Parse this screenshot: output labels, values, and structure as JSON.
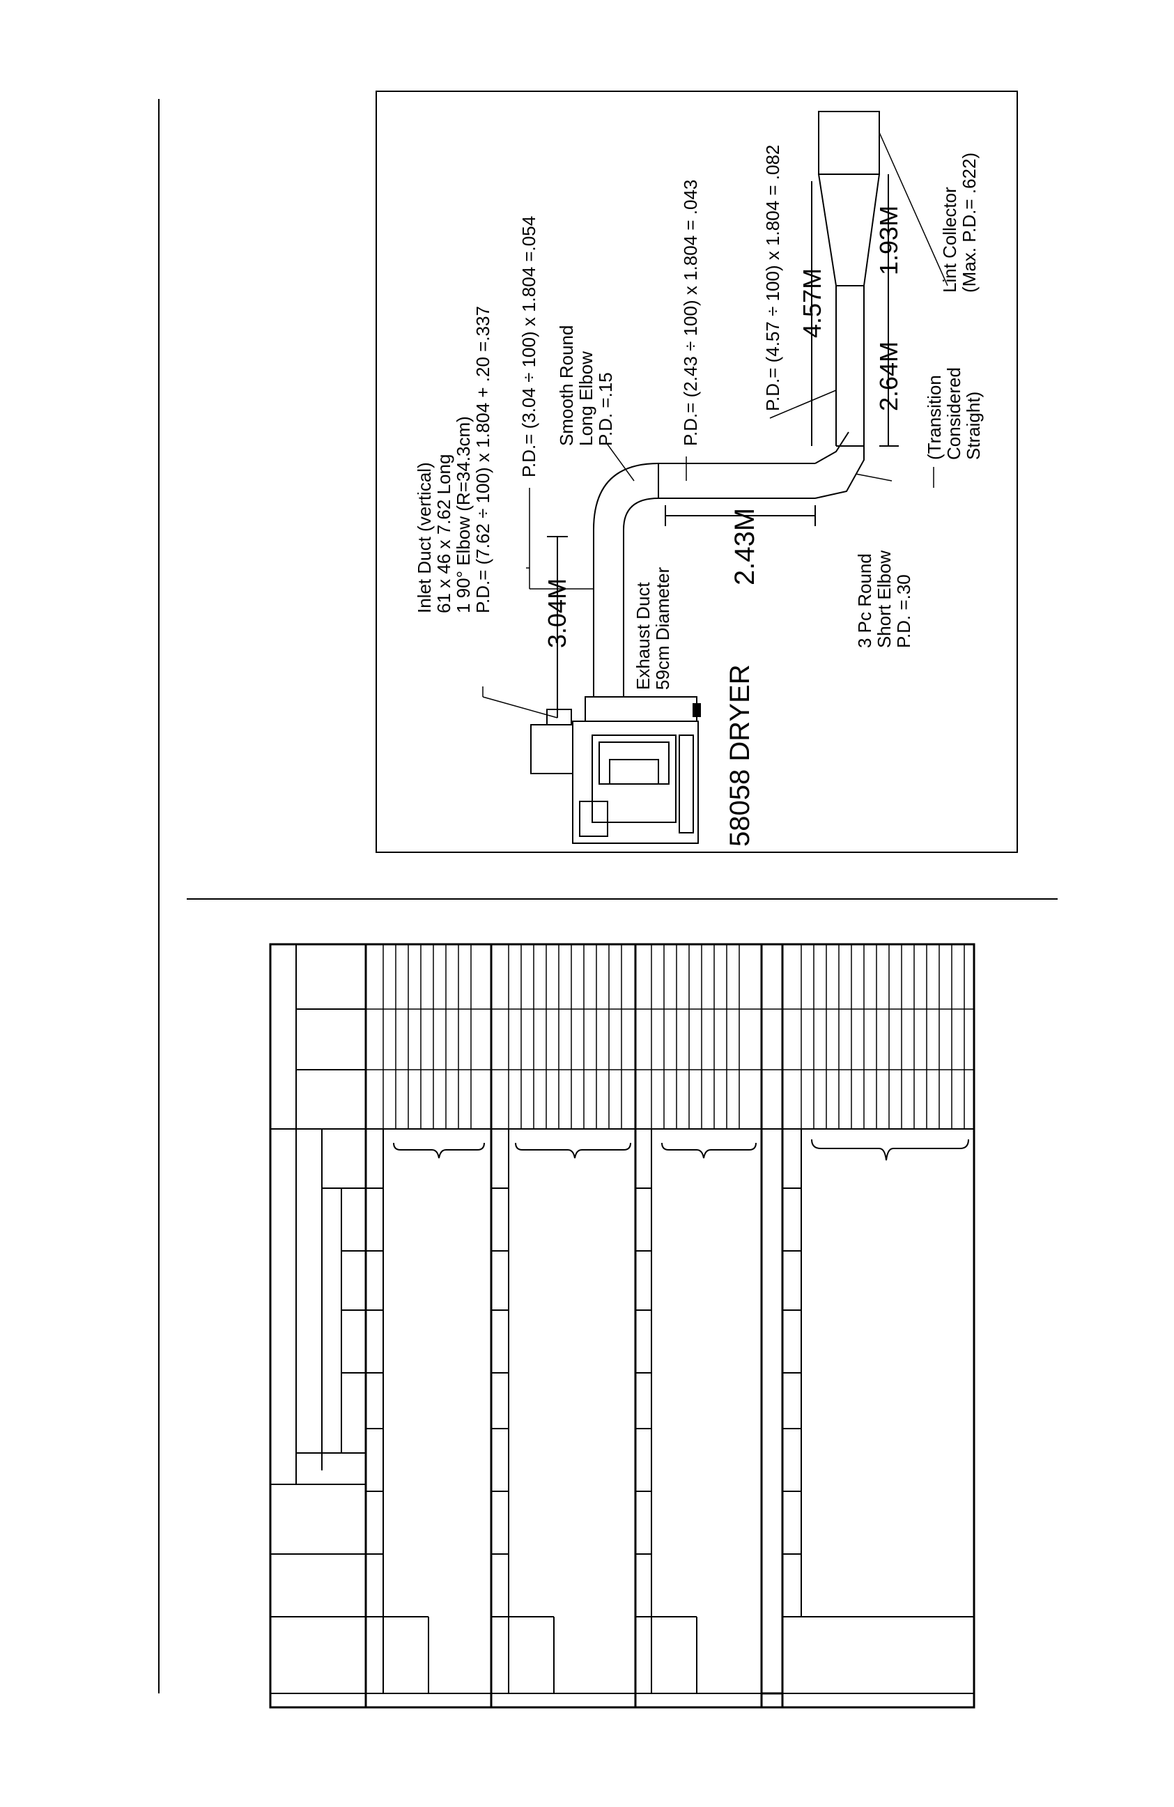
{
  "diagram": {
    "title": "58058 DRYER",
    "inlet_duct": {
      "line1": "Inlet Duct (vertical)",
      "line2": "61 x 46 x 7.62 Long",
      "line3": "1 90° Elbow (R=34.3cm)",
      "line4": "P.D.= (7.62 ÷ 100) x 1.804 + .20 =.337"
    },
    "pd_segment_1": "P.D.= (3.04 ÷ 100) x 1.804 =.054",
    "smooth_elbow": {
      "line1": "Smooth Round",
      "line2": "Long Elbow",
      "line3": "P.D. =.15"
    },
    "pd_segment_2": "P.D.= (2.43 ÷ 100) x 1.804 = .043",
    "pd_segment_3": "P.D.= (4.57 ÷ 100) x 1.804 = .082",
    "exhaust_duct": {
      "line1": "Exhaust Duct",
      "line2": "59cm Diameter"
    },
    "short_elbow": {
      "line1": "3 Pc Round",
      "line2": "Short Elbow",
      "line3": "P.D. =.30"
    },
    "transition": {
      "line1": "(Transition",
      "line2": "Considered",
      "line3": "Straight)"
    },
    "lint_collector": {
      "line1": "Lint Collector",
      "line2": "(Max. P.D.= .622)"
    },
    "dimensions": {
      "d1": "3.04M",
      "d2": "2.43M",
      "d3": "4.57M",
      "d4": "2.64M",
      "d5": "1.93M"
    }
  }
}
